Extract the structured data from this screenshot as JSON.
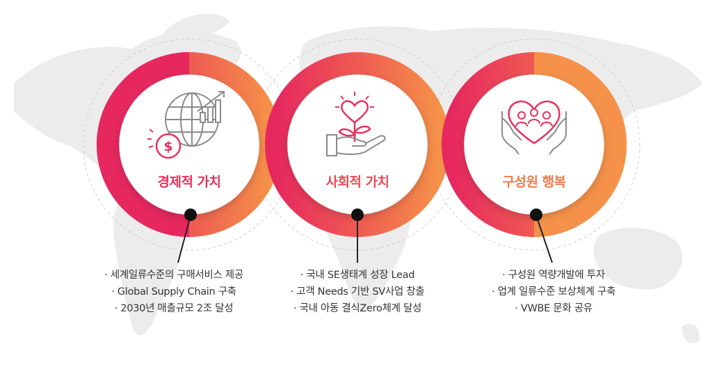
{
  "colors": {
    "economic": "#e8315b",
    "social": "#ea4f52",
    "employee": "#f07b4a",
    "icon_gray": "#8a8a8a",
    "dot": "#111111",
    "map": "#ebebeb"
  },
  "values": [
    {
      "title": "경제적 가치",
      "icon": "globe-growth-dollar-icon",
      "bullets": [
        "· 세계일류수준의 구매서비스 제공",
        "· Global Supply Chain 구축",
        "· 2030년 매출규모 2조 달성"
      ]
    },
    {
      "title": "사회적 가치",
      "icon": "hand-plant-heart-icon",
      "bullets": [
        "· 국내 SE생태계 성장 Lead",
        "· 고객 Needs 기반 SV사업 창출",
        "· 국내 아동 결식Zero체계 달성"
      ]
    },
    {
      "title": "구성원 행복",
      "icon": "hands-heart-people-icon",
      "bullets": [
        "· 구성원 역량개발에 투자",
        "· 업계 일류수준 보상체계 구축",
        "· VWBE 문화 공유"
      ]
    }
  ]
}
